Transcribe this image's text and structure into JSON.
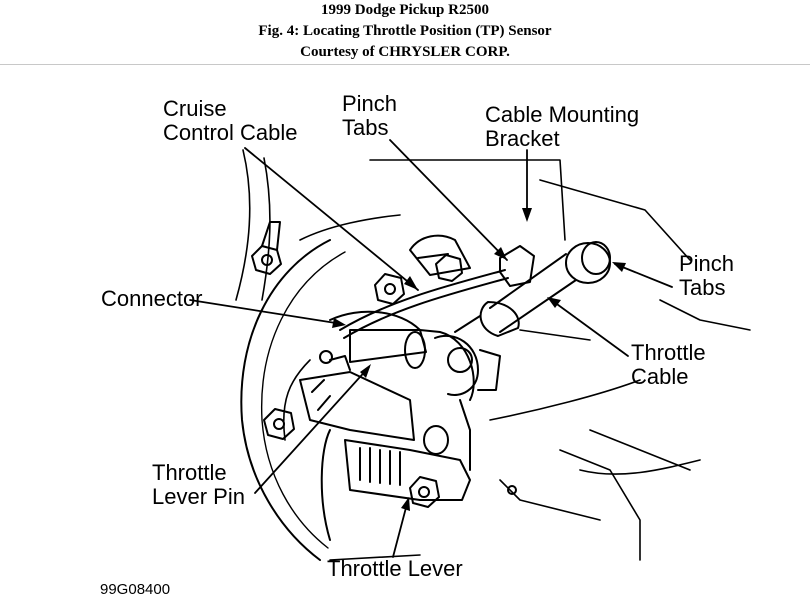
{
  "header": {
    "line1": "1999 Dodge Pickup R2500",
    "line2": "Fig. 4: Locating Throttle Position (TP) Sensor",
    "line3": "Courtesy of CHRYSLER CORP."
  },
  "labels": {
    "cruise_control_cable": "Cruise\nControl Cable",
    "pinch_tabs_top": "Pinch\nTabs",
    "cable_mounting_bracket": "Cable Mounting\nBracket",
    "pinch_tabs_right": "Pinch\nTabs",
    "connector": "Connector",
    "throttle_cable": "Throttle\nCable",
    "throttle_lever_pin": "Throttle\nLever Pin",
    "throttle_lever": "Throttle Lever"
  },
  "figure_code": "99G08400"
}
